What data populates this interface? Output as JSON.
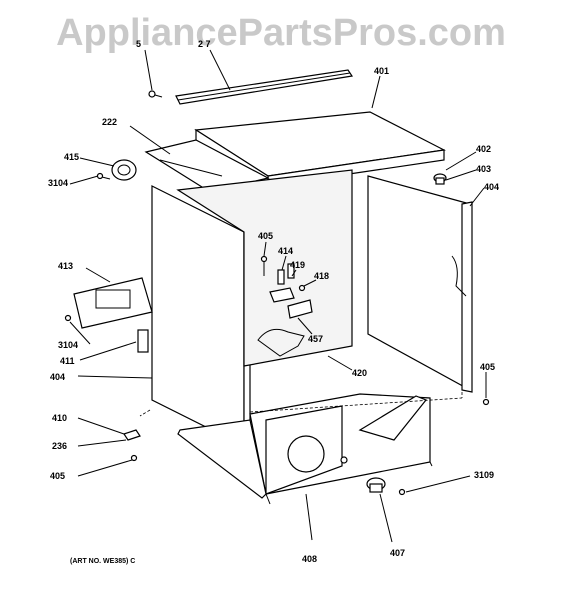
{
  "watermark": "AppliancePartsPros.com",
  "art_number": "(ART NO. WE385) C",
  "callouts": {
    "c5": "5",
    "c27": "2 7",
    "c401": "401",
    "c222": "222",
    "c415": "415",
    "c3104a": "3104",
    "c402": "402",
    "c403": "403",
    "c404a": "404",
    "c405a": "405",
    "c414": "414",
    "c419": "419",
    "c418": "418",
    "c413": "413",
    "c457": "457",
    "c3104b": "3104",
    "c411": "411",
    "c404b": "404",
    "c420": "420",
    "c405b": "405",
    "c410": "410",
    "c236": "236",
    "c405c": "405",
    "c3109": "3109",
    "c408": "408",
    "c407": "407"
  }
}
